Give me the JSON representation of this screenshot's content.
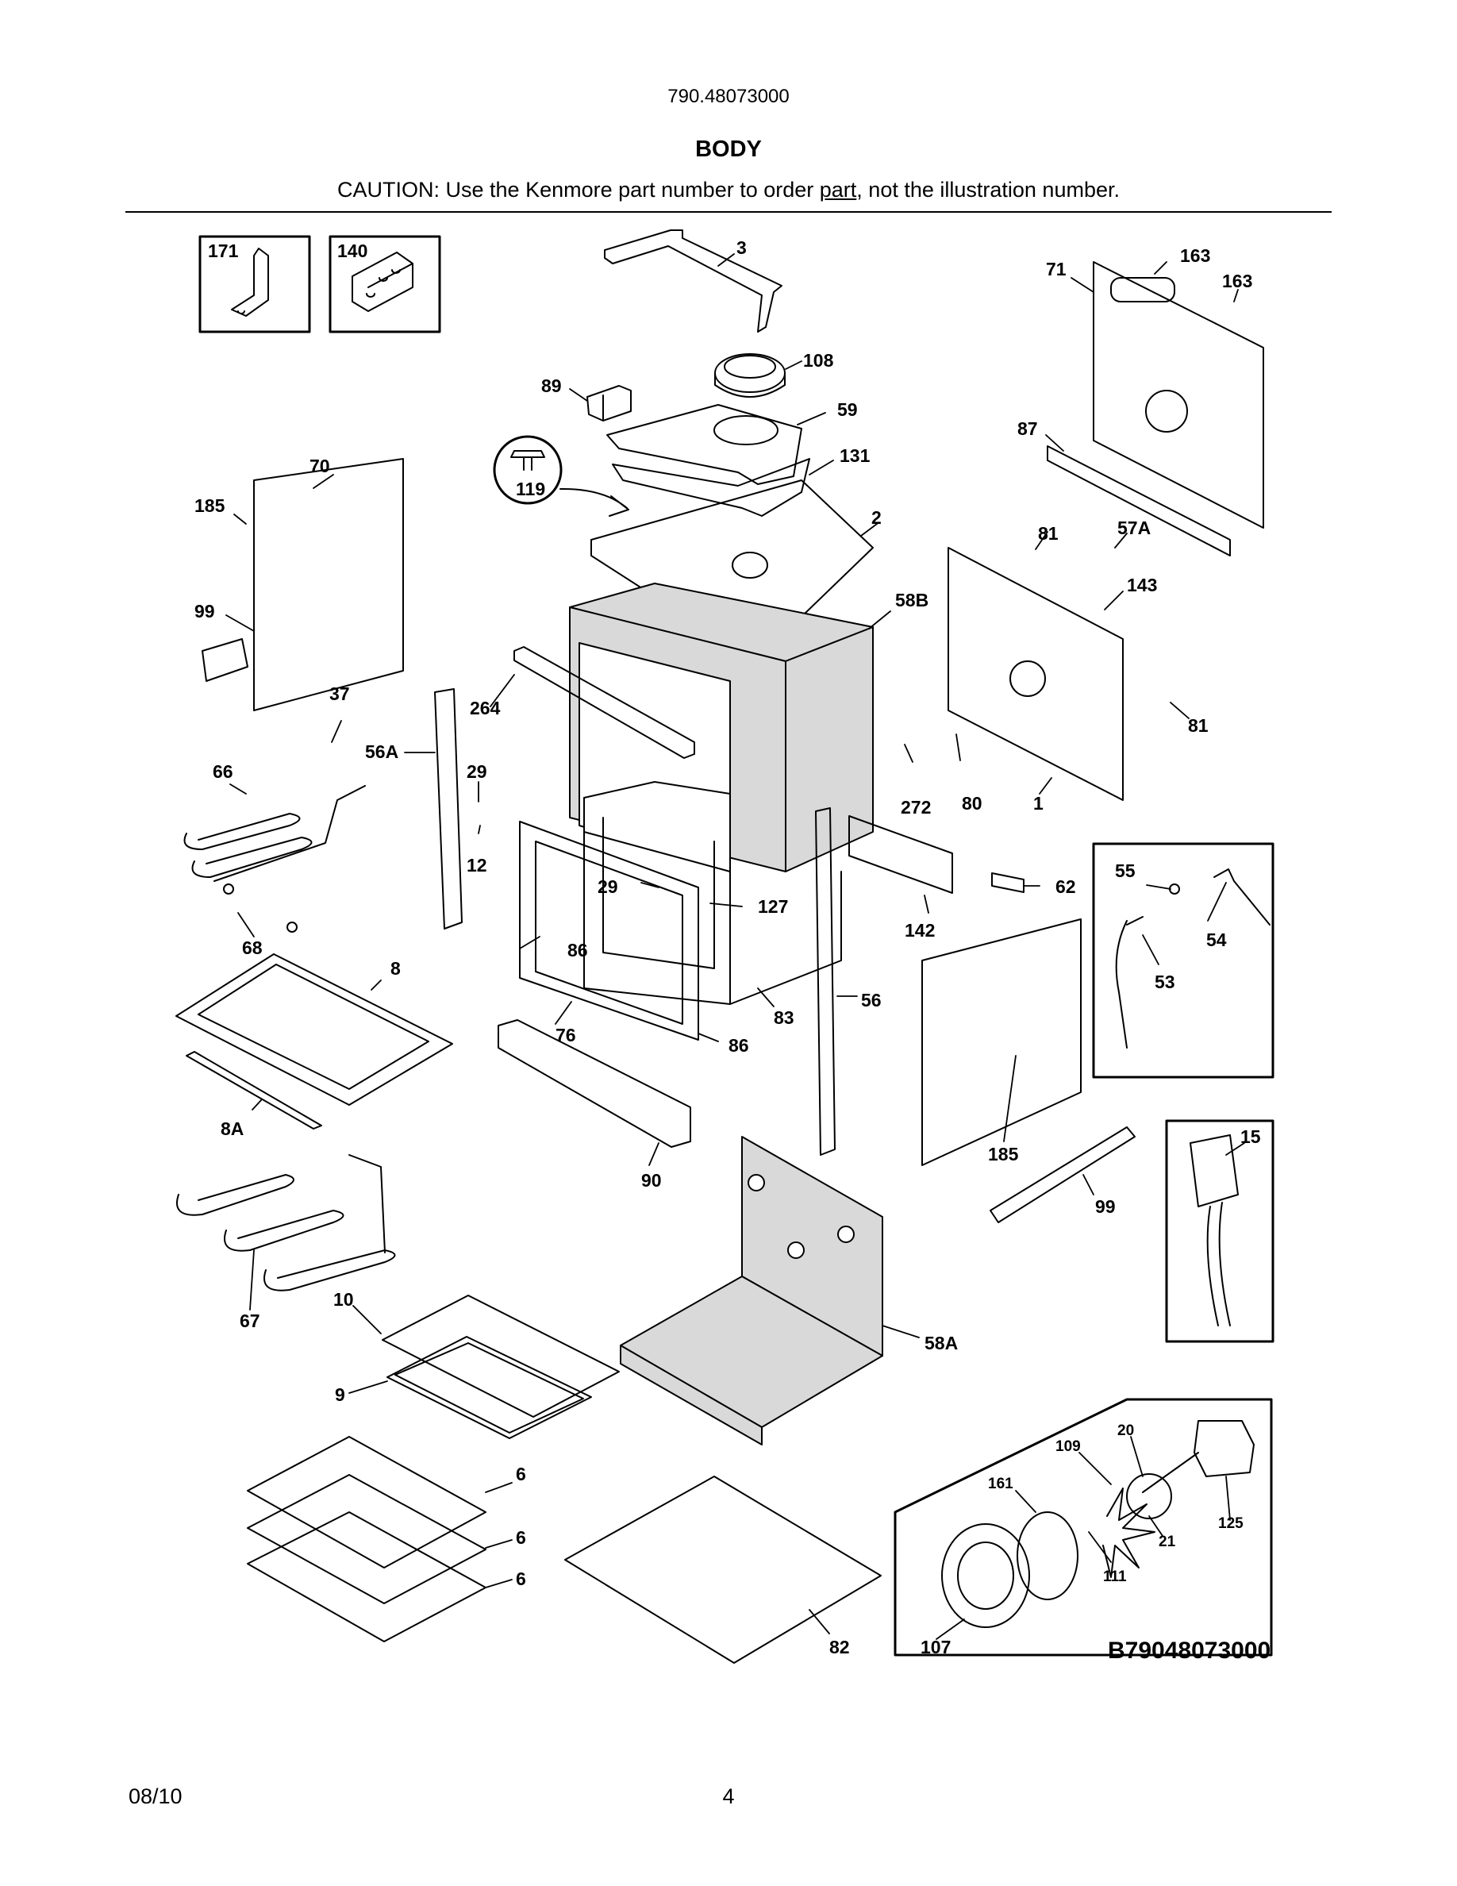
{
  "header": {
    "model_number": "790.48073000",
    "section_title": "BODY",
    "caution_prefix": "CAUTION: Use the Kenmore part number to order ",
    "caution_link": "part",
    "caution_suffix": ", not the illustration number."
  },
  "footer": {
    "date": "08/10",
    "page_number": "4"
  },
  "diagram_id": "B79048073000",
  "callouts": [
    "171",
    "140",
    "3",
    "163",
    "163",
    "71",
    "108",
    "89",
    "59",
    "87",
    "131",
    "119",
    "70",
    "185",
    "2",
    "81",
    "57A",
    "99",
    "143",
    "58B",
    "37",
    "264",
    "81",
    "56A",
    "29",
    "66",
    "272",
    "80",
    "1",
    "12",
    "55",
    "62",
    "29",
    "127",
    "54",
    "142",
    "68",
    "86",
    "53",
    "8",
    "56",
    "83",
    "76",
    "86",
    "8A",
    "185",
    "15",
    "90",
    "99",
    "67",
    "58A",
    "10",
    "9",
    "20",
    "109",
    "161",
    "6",
    "21",
    "125",
    "6",
    "111",
    "6",
    "82",
    "107"
  ],
  "colors": {
    "ink": "#000000",
    "cavity_gray": "#d9d9d9",
    "background": "#ffffff"
  }
}
